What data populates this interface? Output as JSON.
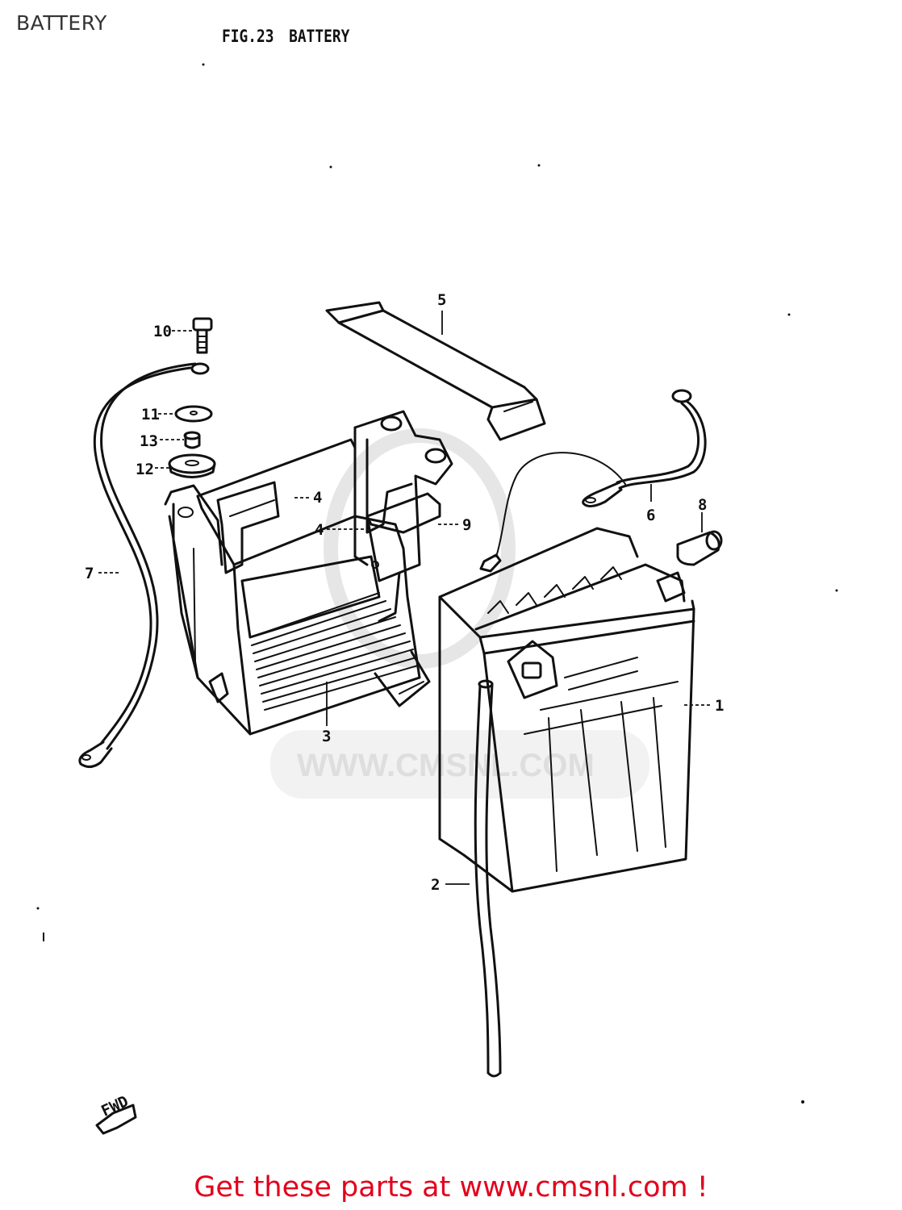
{
  "header": {
    "page_title": "BATTERY"
  },
  "figure": {
    "number": "FIG.23",
    "title": "BATTERY"
  },
  "callouts": [
    {
      "id": "1",
      "part": "battery"
    },
    {
      "id": "2",
      "part": "breather-hose"
    },
    {
      "id": "3",
      "part": "battery-case"
    },
    {
      "id": "4",
      "part": "cushion"
    },
    {
      "id": "5",
      "part": "battery-band"
    },
    {
      "id": "6",
      "part": "positive-lead"
    },
    {
      "id": "7",
      "part": "ground-lead"
    },
    {
      "id": "8",
      "part": "terminal-cap"
    },
    {
      "id": "9",
      "part": "bracket"
    },
    {
      "id": "10",
      "part": "bolt"
    },
    {
      "id": "11",
      "part": "washer"
    },
    {
      "id": "12",
      "part": "cushion-grommet"
    },
    {
      "id": "13",
      "part": "spacer"
    }
  ],
  "labels": {
    "c1": "1",
    "c2": "2",
    "c3": "3",
    "c4a": "4",
    "c4b": "4",
    "c5": "5",
    "c6": "6",
    "c7": "7",
    "c8": "8",
    "c9": "9",
    "c10": "10",
    "c11": "11",
    "c12": "12",
    "c13": "13"
  },
  "direction_marker": {
    "text": "FWD"
  },
  "watermark": {
    "text": "WWW.CMSNL.COM"
  },
  "footer": {
    "text": "Get these parts at www.cmsnl.com !"
  },
  "colors": {
    "footer_text": "#e3001b",
    "line_art": "#111111",
    "watermark": "#dedede"
  }
}
